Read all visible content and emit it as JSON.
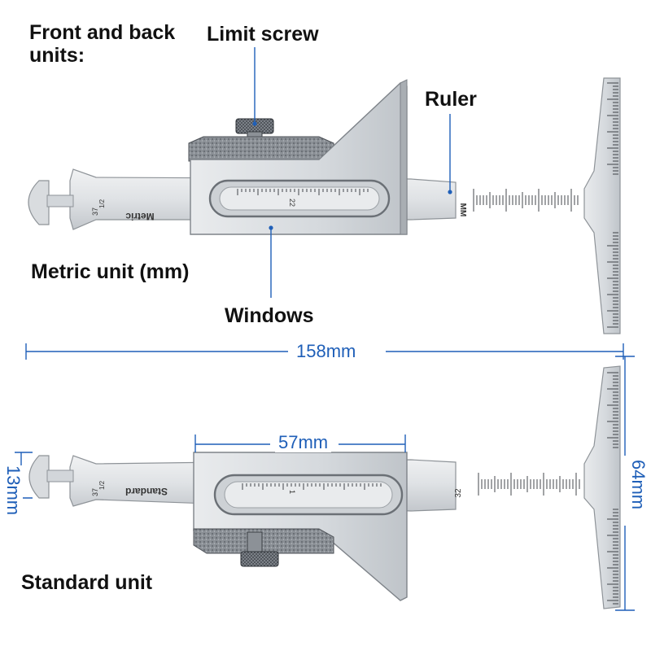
{
  "labels": {
    "front_and_back": "Front and back units:",
    "limit_screw": "Limit screw",
    "ruler": "Ruler",
    "metric_unit": "Metric unit (mm)",
    "windows": "Windows",
    "standard_unit": "Standard unit"
  },
  "dimensions": {
    "overall_length": "158mm",
    "body_width": "57mm",
    "head_height": "13mm",
    "blade_height": "64mm"
  },
  "engravings": {
    "metric_text": "Metric",
    "standard_text": "Standard",
    "angle_top": "37",
    "angle_fraction": "1/2",
    "unit_mark": "MM",
    "ruler_number_bottom": "32",
    "window_number_top": "22",
    "window_number_bottom": "1"
  },
  "colors": {
    "dimension_line": "#1f5fb8",
    "steel_light": "#e4e6e8",
    "steel_mid": "#c9cdd1",
    "steel_dark": "#8e9398",
    "knurl": "#5a5f66",
    "text": "#111111"
  }
}
